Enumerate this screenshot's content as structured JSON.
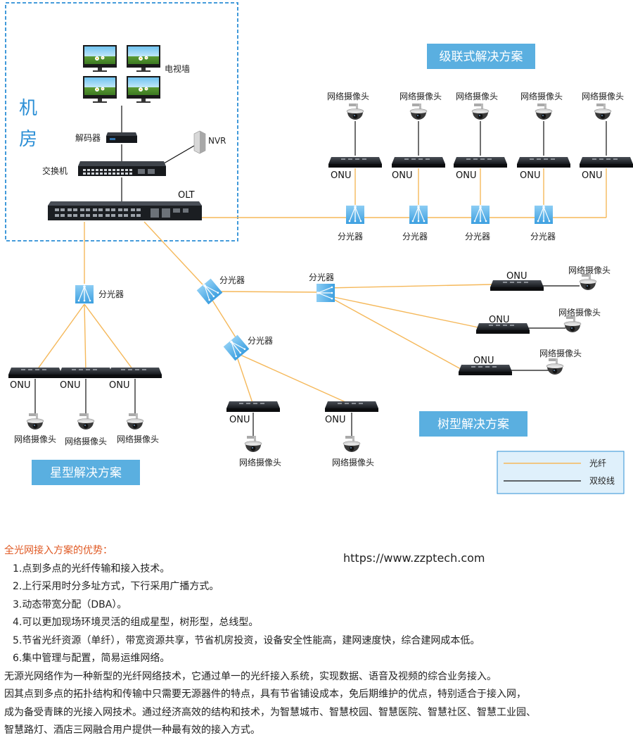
{
  "colors": {
    "fiber": "#f5b85a",
    "twisted": "#111111",
    "accent": "#2c8fd6",
    "label_box": "#5aafe0",
    "splitter": "#58b2ea"
  },
  "room": {
    "label": "机房",
    "chars": [
      "机",
      "房"
    ]
  },
  "devices": {
    "tv_wall": "电视墙",
    "decoder": "解码器",
    "switch": "交换机",
    "nvr": "NVR",
    "olt": "OLT",
    "onu": "ONU",
    "camera": "网络摄像头",
    "splitter": "分光器"
  },
  "solutions": {
    "cascade": "级联式解决方案",
    "star": "星型解决方案",
    "tree": "树型解决方案"
  },
  "legend": {
    "fiber": "光纤",
    "twisted": "双绞线"
  },
  "url": "https://www.zzptech.com",
  "advantages": {
    "title": "全光网接入方案的优势：",
    "items": [
      "1.点到多点的光纤传输和接入技术。",
      "2.上行采用时分多址方式，下行采用广播方式。",
      "3.动态带宽分配（DBA）。",
      "4.可以更加现场环境灵活的组成星型，树形型，总线型。",
      "5.节省光纤资源（单纤），带宽资源共享，节省机房投资，设备安全性能高，建网速度快，综合建网成本低。",
      "6.集中管理与配置，简易运维网络。"
    ]
  },
  "description": [
    "无源光网络作为一种新型的光纤网络技术，它通过单一的光纤接入系统，实现数据、语音及视频的综合业务接入。",
    "因其点到多点的拓扑结构和传输中只需要无源器件的特点，具有节省铺设成本，免后期维护的优点，特别适合于接入网，",
    "成为备受青睐的光接入网技术。通过经济高效的结构和技术，为智慧城市、智慧校园、智慧医院、智慧社区、智慧工业园、",
    "智慧路灯、酒店三网融合用户提供一种最有效的接入方式。"
  ]
}
